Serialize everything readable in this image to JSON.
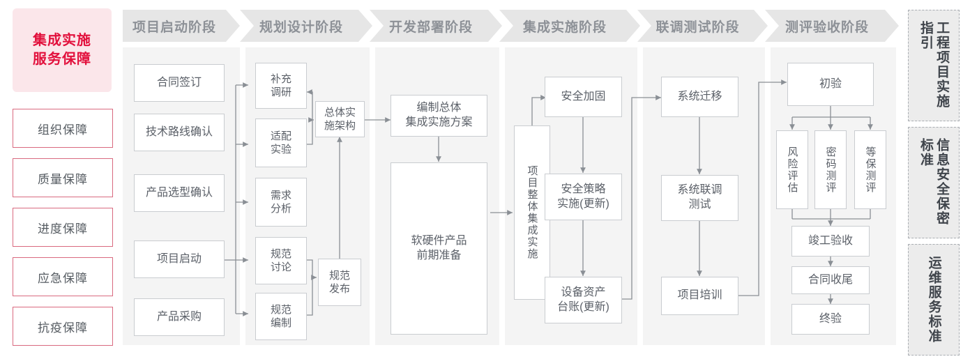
{
  "title_card": {
    "label": "集成实施\n服务保障",
    "bg": "#fbe6ea",
    "color": "#e2103c"
  },
  "guarantees": [
    {
      "label": "组织保障"
    },
    {
      "label": "质量保障"
    },
    {
      "label": "进度保障"
    },
    {
      "label": "应急保障"
    },
    {
      "label": "抗疫保障"
    }
  ],
  "phases": [
    {
      "label": "项目启动阶段"
    },
    {
      "label": "规划设计阶段"
    },
    {
      "label": "开发部署阶段"
    },
    {
      "label": "集成实施阶段"
    },
    {
      "label": "联调测试阶段"
    },
    {
      "label": "测评验收阶段"
    }
  ],
  "nodes": {
    "p1": [
      {
        "label": "合同签订"
      },
      {
        "label": "技术路线确认"
      },
      {
        "label": "产品选型确认"
      },
      {
        "label": "项目启动"
      },
      {
        "label": "产品采购"
      }
    ],
    "p2": [
      {
        "label": "补充\n调研"
      },
      {
        "label": "适配\n实验"
      },
      {
        "label": "需求\n分析"
      },
      {
        "label": "规范\n讨论"
      },
      {
        "label": "规范\n编制"
      },
      {
        "label": "总体实\n施架构"
      },
      {
        "label": "规范\n发布"
      }
    ],
    "p3": [
      {
        "label": "编制总体\n集成实施方案"
      },
      {
        "label": "软硬件产品\n前期准备"
      }
    ],
    "p4": [
      {
        "label": "项目整体集成实施"
      },
      {
        "label": "安全加固"
      },
      {
        "label": "安全策略\n实施(更新)"
      },
      {
        "label": "设备资产\n台账(更新)"
      }
    ],
    "p5": [
      {
        "label": "系统迁移"
      },
      {
        "label": "系统联调\n测试"
      },
      {
        "label": "项目培训"
      }
    ],
    "p6": [
      {
        "label": "初验"
      },
      {
        "label": "风险评估"
      },
      {
        "label": "密码测评"
      },
      {
        "label": "等保测评"
      },
      {
        "label": "竣工验收"
      },
      {
        "label": "合同收尾"
      },
      {
        "label": "终验"
      }
    ]
  },
  "standards": [
    {
      "label": "工程项目实施指引"
    },
    {
      "label": "信息安全保密标准"
    },
    {
      "label": "运维服务标准"
    }
  ],
  "colors": {
    "accent_red": "#e2103c",
    "guarantee_border": "#d9697f",
    "panel_bg": "#f4f4f4",
    "banner_bg": "#e6e6e6",
    "banner_text": "#8d9197",
    "node_border": "#c9ccd0",
    "node_text": "#5b6068",
    "link": "#8a8f95",
    "std_bg": "#ececec",
    "std_border": "#a9adb2"
  }
}
